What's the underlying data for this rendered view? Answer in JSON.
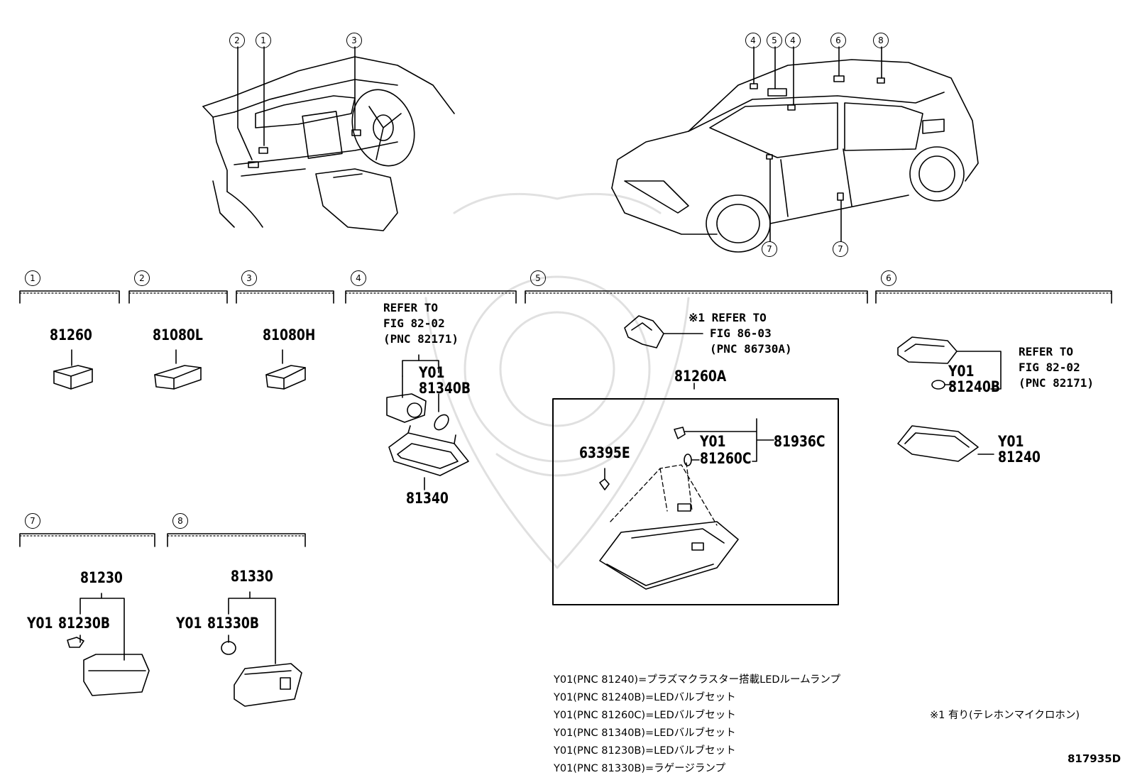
{
  "dash_callouts": [
    "2",
    "1",
    "3"
  ],
  "car_callouts": [
    "4",
    "5",
    "4",
    "6",
    "8"
  ],
  "car_bottom_callouts": [
    "7",
    "7"
  ],
  "groups": [
    {
      "num": "1",
      "part": "81260"
    },
    {
      "num": "2",
      "part": "81080L"
    },
    {
      "num": "3",
      "part": "81080H"
    },
    {
      "num": "4",
      "refer": [
        "REFER TO",
        "FIG 82-02",
        "(PNC 82171)"
      ],
      "variant": "Y01",
      "bulb": "81340B",
      "lamp": "81340"
    },
    {
      "num": "5",
      "refer": [
        "※1 REFER TO",
        "FIG 86-03",
        "(PNC 86730A)"
      ],
      "assembly": "81260A",
      "clip": "63395E",
      "variant": "Y01",
      "bulb": "81260C",
      "socket": "81936C"
    },
    {
      "num": "6",
      "refer": [
        "REFER TO",
        "FIG 82-02",
        "(PNC 82171)"
      ],
      "variant": "Y01",
      "bulb": "81240B",
      "variant2": "Y01",
      "lamp": "81240"
    },
    {
      "num": "7",
      "part": "81230",
      "variant": "Y01",
      "bulb": "81230B"
    },
    {
      "num": "8",
      "part": "81330",
      "variant": "Y01",
      "bulb": "81330B"
    }
  ],
  "notes": [
    "Y01(PNC 81240)=プラズマクラスター搭載LEDルームランプ",
    "Y01(PNC 81240B)=LEDバルブセット",
    "Y01(PNC 81260C)=LEDバルブセット",
    "Y01(PNC 81340B)=LEDバルブセット",
    "Y01(PNC 81230B)=LEDバルブセット",
    "Y01(PNC 81330B)=ラゲージランプ"
  ],
  "footnote": "※1 有り(テレホンマイクロホン)",
  "figure_code": "817935D"
}
